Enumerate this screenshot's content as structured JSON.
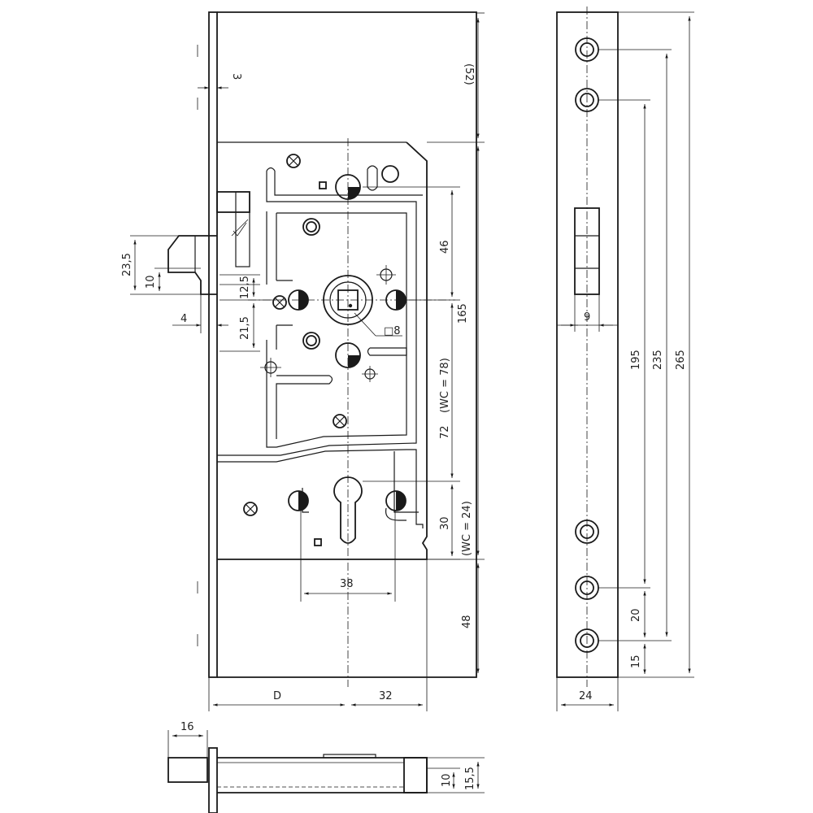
{
  "dimensions": {
    "d3": "3",
    "d52": "(52)",
    "d23_5": "23,5",
    "d10_latch": "10",
    "d12_5": "12,5",
    "d4": "4",
    "d21_5": "21,5",
    "d46": "46",
    "d165": "165",
    "sq8": "□8",
    "wc78": "(WC = 78)",
    "d72": "72",
    "d30": "30",
    "wc24": "(WC = 24)",
    "d38": "38",
    "d48": "48",
    "dD": "D",
    "d32": "32",
    "d9": "9",
    "d195": "195",
    "d235": "235",
    "d265": "265",
    "d20": "20",
    "d15": "15",
    "d24": "24",
    "d16": "16",
    "d10_bottom": "10",
    "d15_5": "15,5"
  }
}
